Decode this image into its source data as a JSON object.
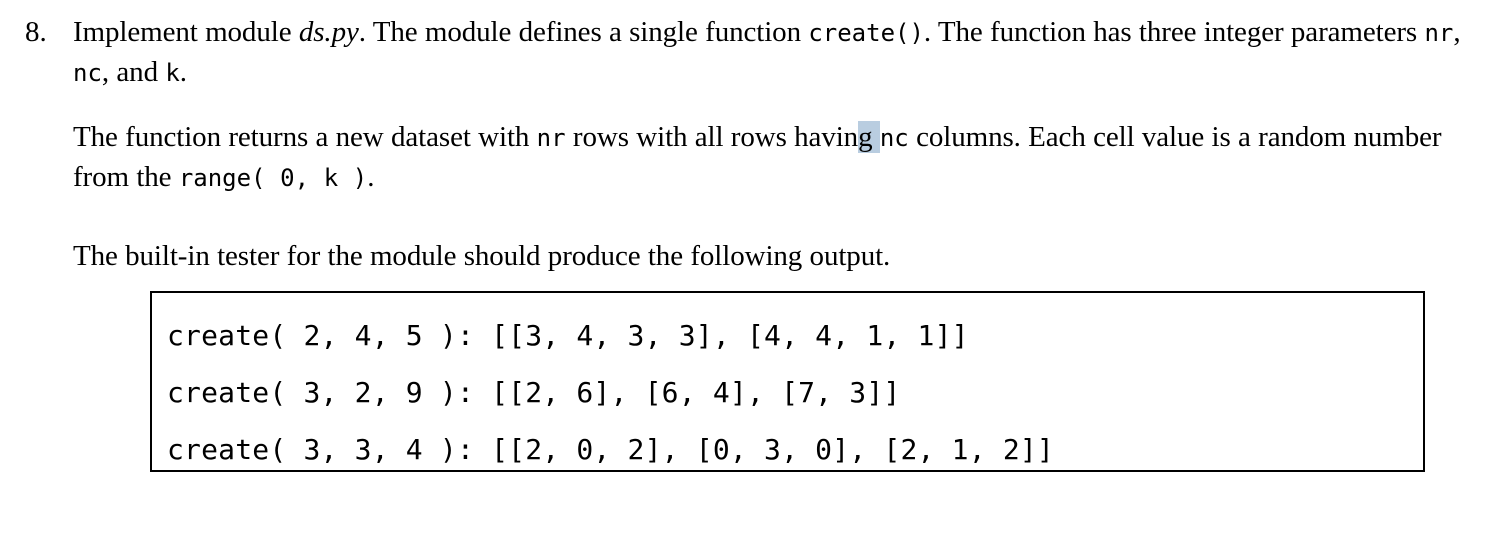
{
  "document": {
    "item_number": "8.",
    "paragraph1": {
      "seg1": "Implement module ",
      "module_name": "ds.py",
      "seg2": ". The module defines a single function ",
      "function_name": "create()",
      "seg3": ". The function has three integer parameters ",
      "param1": "nr",
      "seg4": ", ",
      "param2": "nc",
      "seg5": ", and ",
      "param3": "k",
      "seg6": "."
    },
    "paragraph2": {
      "seg1": "The function returns a new dataset with ",
      "param1": "nr",
      "seg2": " rows with all rows havin",
      "highlighted": "g ",
      "param2": "nc",
      "seg3": " columns. Each cell value is a random number from the ",
      "code": "range( 0, k )",
      "seg4": "."
    },
    "paragraph3": {
      "text": "The built-in tester for the module should produce the following output."
    },
    "output_box": {
      "lines": [
        "create( 2, 4, 5 ): [[3, 4, 3, 3], [4, 4, 1, 1]]",
        "create( 3, 2, 9 ): [[2, 6], [6, 4], [7, 3]]",
        "create( 3, 3, 4 ): [[2, 0, 2], [0, 3, 0], [2, 1, 2]]"
      ]
    }
  },
  "colors": {
    "page_background": "#ffffff",
    "text": "#000000",
    "selection_highlight": "#b9cde0",
    "box_border": "#000000"
  }
}
